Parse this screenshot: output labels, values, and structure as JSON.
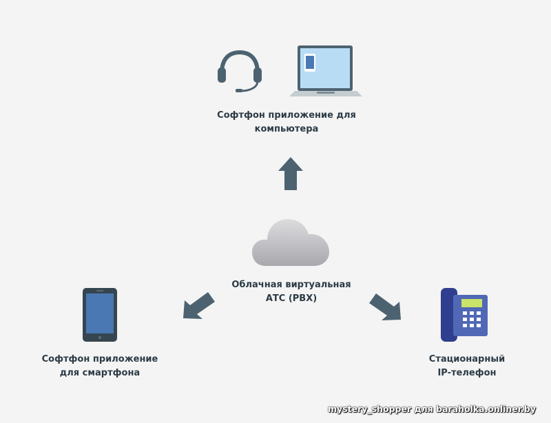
{
  "nodes": {
    "computer": {
      "line1": "Софтфон приложение для",
      "line2": "компьютера"
    },
    "pbx": {
      "line1": "Облачная виртуальная",
      "line2": "АТС (PBX)"
    },
    "smartphone": {
      "line1": "Софтфон приложение",
      "line2": "для смартфона"
    },
    "ipphone": {
      "line1": "Стационарный",
      "line2": "IP-телефон"
    }
  },
  "watermark": "mystery_shopper для baraholka.onliner.by",
  "colors": {
    "arrow": "#4d6270",
    "device_dark": "#4d6270",
    "screen": "#b9dcf5",
    "phone_blue": "#3e55a6",
    "phone_display": "#c9e36b"
  }
}
